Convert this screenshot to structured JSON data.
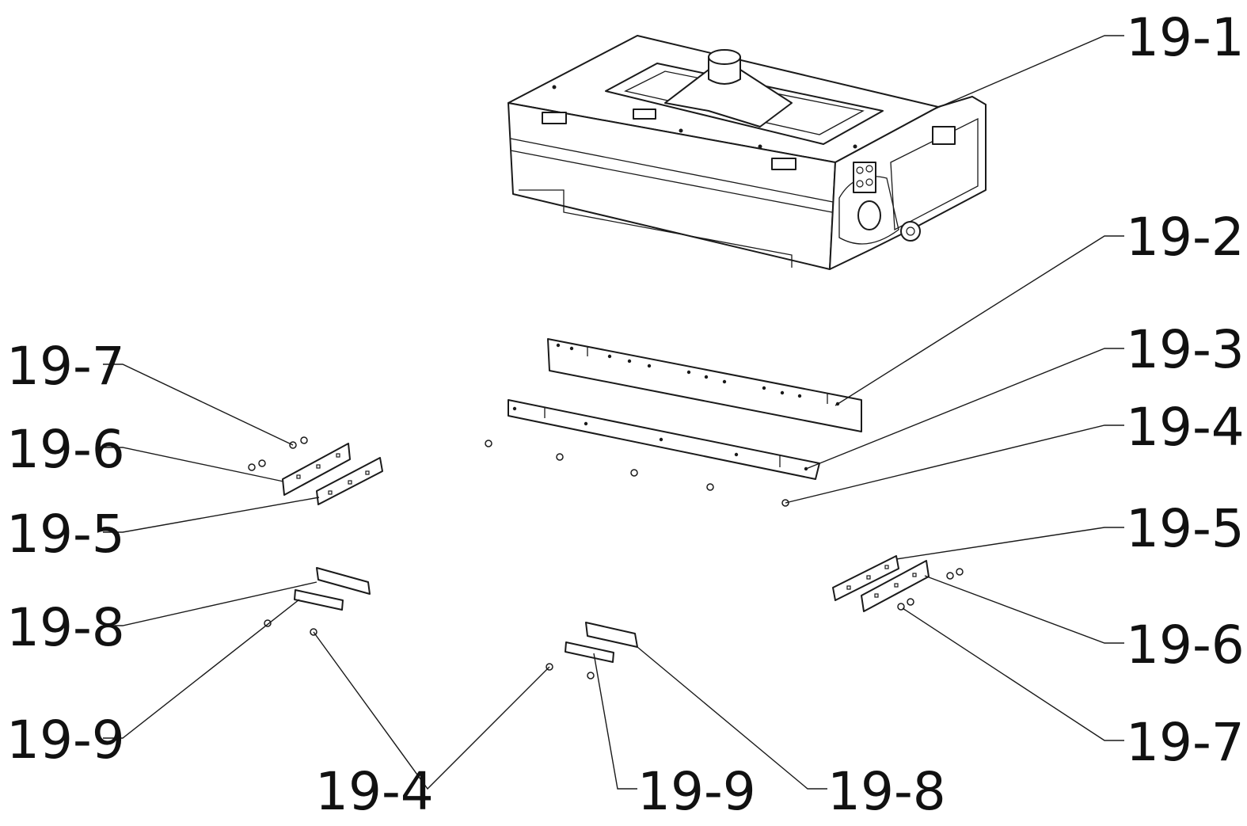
{
  "labels": {
    "l19_1": "19-1",
    "l19_2": "19-2",
    "l19_3": "19-3",
    "l19_4_right": "19-4",
    "l19_5_right": "19-5",
    "l19_6_right": "19-6",
    "l19_7_right": "19-7",
    "l19_7_left": "19-7",
    "l19_6_left": "19-6",
    "l19_5_left": "19-5",
    "l19_8_left": "19-8",
    "l19_9_left": "19-9",
    "l19_4_bottom": "19-4",
    "l19_9_bottom": "19-9",
    "l19_8_bottom": "19-8"
  }
}
